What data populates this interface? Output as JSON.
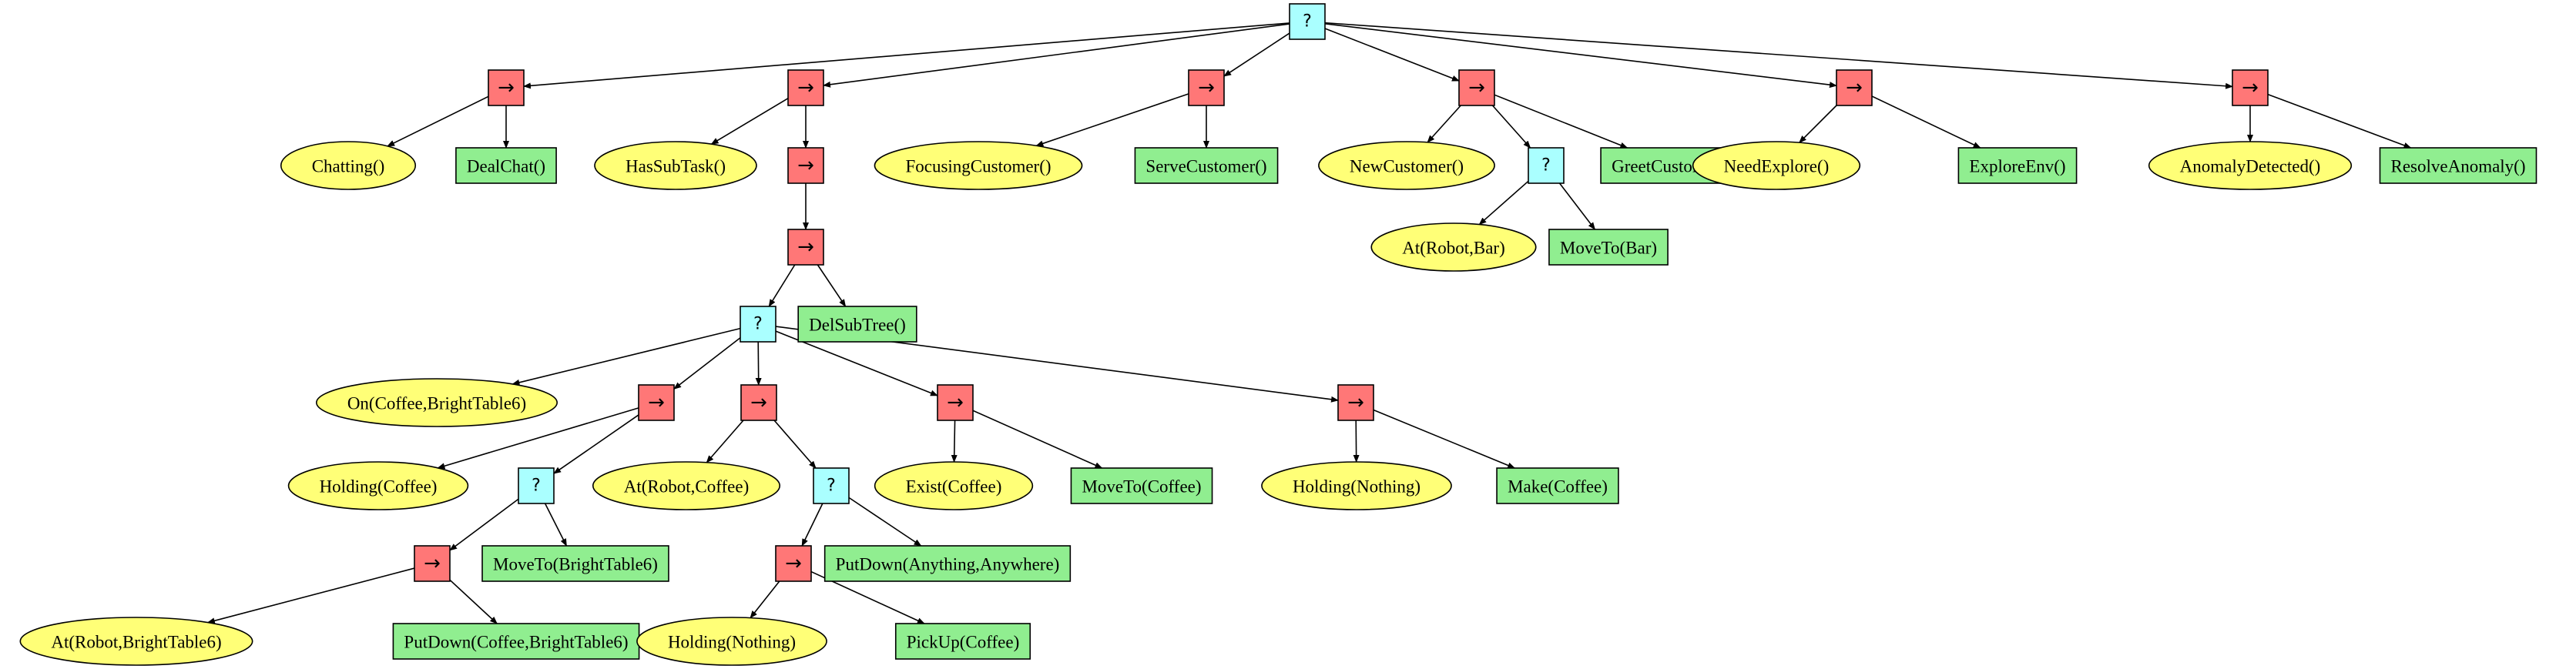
{
  "colors": {
    "selector": "#aaffff",
    "sequence": "#ff7777",
    "condition": "#ffff77",
    "action": "#90ee90",
    "stroke": "#000000",
    "background": "#ffffff"
  },
  "symbols": {
    "selector": "?",
    "sequence": "→"
  },
  "nodes": [
    {
      "id": "root",
      "type": "selector"
    },
    {
      "id": "seq_chat",
      "type": "sequence"
    },
    {
      "id": "seq_subtask",
      "type": "sequence"
    },
    {
      "id": "seq_serve",
      "type": "sequence"
    },
    {
      "id": "seq_greet",
      "type": "sequence"
    },
    {
      "id": "seq_explore",
      "type": "sequence"
    },
    {
      "id": "seq_anomaly",
      "type": "sequence"
    },
    {
      "id": "c_chatting",
      "type": "condition",
      "label": "Chatting()"
    },
    {
      "id": "a_dealchat",
      "type": "action",
      "label": "DealChat()"
    },
    {
      "id": "c_hassubtask",
      "type": "condition",
      "label": "HasSubTask()"
    },
    {
      "id": "seq_sub1",
      "type": "sequence"
    },
    {
      "id": "c_focusing",
      "type": "condition",
      "label": "FocusingCustomer()"
    },
    {
      "id": "a_serve",
      "type": "action",
      "label": "ServeCustomer()"
    },
    {
      "id": "c_newcustomer",
      "type": "condition",
      "label": "NewCustomer()"
    },
    {
      "id": "sel_greet",
      "type": "selector"
    },
    {
      "id": "a_greet",
      "type": "action",
      "label": "GreetCustomer()"
    },
    {
      "id": "c_needexplore",
      "type": "condition",
      "label": "NeedExplore()"
    },
    {
      "id": "a_explore",
      "type": "action",
      "label": "ExploreEnv()"
    },
    {
      "id": "c_anomaly",
      "type": "condition",
      "label": "AnomalyDetected()"
    },
    {
      "id": "a_resolve",
      "type": "action",
      "label": "ResolveAnomaly()"
    },
    {
      "id": "c_atbar",
      "type": "condition",
      "label": "At(Robot,Bar)"
    },
    {
      "id": "a_movebar",
      "type": "action",
      "label": "MoveTo(Bar)"
    },
    {
      "id": "seq_sub2",
      "type": "sequence"
    },
    {
      "id": "sel_main",
      "type": "selector"
    },
    {
      "id": "a_delsubtree",
      "type": "action",
      "label": "DelSubTree()"
    },
    {
      "id": "c_oncoffee",
      "type": "condition",
      "label": "On(Coffee,BrightTable6)"
    },
    {
      "id": "seq_place",
      "type": "sequence"
    },
    {
      "id": "seq_fetch",
      "type": "sequence"
    },
    {
      "id": "seq_goto",
      "type": "sequence"
    },
    {
      "id": "seq_make",
      "type": "sequence"
    },
    {
      "id": "c_holdcoffee",
      "type": "condition",
      "label": "Holding(Coffee)"
    },
    {
      "id": "sel_table",
      "type": "selector"
    },
    {
      "id": "c_atcoffee",
      "type": "condition",
      "label": "At(Robot,Coffee)"
    },
    {
      "id": "sel_pick",
      "type": "selector"
    },
    {
      "id": "c_exist",
      "type": "condition",
      "label": "Exist(Coffee)"
    },
    {
      "id": "a_movecoffee",
      "type": "action",
      "label": "MoveTo(Coffee)"
    },
    {
      "id": "c_holdnothing",
      "type": "condition",
      "label": "Holding(Nothing)"
    },
    {
      "id": "a_make",
      "type": "action",
      "label": "Make(Coffee)"
    },
    {
      "id": "seq_put",
      "type": "sequence"
    },
    {
      "id": "a_movetable",
      "type": "action",
      "label": "MoveTo(BrightTable6)"
    },
    {
      "id": "a_putdownany",
      "type": "action",
      "label": "PutDown(Anything,Anywhere)"
    },
    {
      "id": "seq_pickup",
      "type": "sequence"
    },
    {
      "id": "c_attable",
      "type": "condition",
      "label": "At(Robot,BrightTable6)"
    },
    {
      "id": "a_putdown",
      "type": "action",
      "label": "PutDown(Coffee,BrightTable6)"
    },
    {
      "id": "c_holdnothing2",
      "type": "condition",
      "label": "Holding(Nothing)"
    },
    {
      "id": "a_pickup",
      "type": "action",
      "label": "PickUp(Coffee)"
    }
  ],
  "edges": [
    [
      "root",
      "seq_chat"
    ],
    [
      "root",
      "seq_subtask"
    ],
    [
      "root",
      "seq_serve"
    ],
    [
      "root",
      "seq_greet"
    ],
    [
      "root",
      "seq_explore"
    ],
    [
      "root",
      "seq_anomaly"
    ],
    [
      "seq_chat",
      "c_chatting"
    ],
    [
      "seq_chat",
      "a_dealchat"
    ],
    [
      "seq_subtask",
      "c_hassubtask"
    ],
    [
      "seq_subtask",
      "seq_sub1"
    ],
    [
      "seq_serve",
      "c_focusing"
    ],
    [
      "seq_serve",
      "a_serve"
    ],
    [
      "seq_greet",
      "c_newcustomer"
    ],
    [
      "seq_greet",
      "sel_greet"
    ],
    [
      "seq_greet",
      "a_greet"
    ],
    [
      "seq_explore",
      "c_needexplore"
    ],
    [
      "seq_explore",
      "a_explore"
    ],
    [
      "seq_anomaly",
      "c_anomaly"
    ],
    [
      "seq_anomaly",
      "a_resolve"
    ],
    [
      "sel_greet",
      "c_atbar"
    ],
    [
      "sel_greet",
      "a_movebar"
    ],
    [
      "seq_sub1",
      "seq_sub2"
    ],
    [
      "seq_sub2",
      "sel_main"
    ],
    [
      "seq_sub2",
      "a_delsubtree"
    ],
    [
      "sel_main",
      "c_oncoffee"
    ],
    [
      "sel_main",
      "seq_place"
    ],
    [
      "sel_main",
      "seq_fetch"
    ],
    [
      "sel_main",
      "seq_goto"
    ],
    [
      "sel_main",
      "seq_make"
    ],
    [
      "seq_place",
      "c_holdcoffee"
    ],
    [
      "seq_place",
      "sel_table"
    ],
    [
      "seq_fetch",
      "c_atcoffee"
    ],
    [
      "seq_fetch",
      "sel_pick"
    ],
    [
      "seq_goto",
      "c_exist"
    ],
    [
      "seq_goto",
      "a_movecoffee"
    ],
    [
      "seq_make",
      "c_holdnothing"
    ],
    [
      "seq_make",
      "a_make"
    ],
    [
      "sel_table",
      "seq_put"
    ],
    [
      "sel_table",
      "a_movetable"
    ],
    [
      "sel_pick",
      "seq_pickup"
    ],
    [
      "sel_pick",
      "a_putdownany"
    ],
    [
      "seq_put",
      "c_attable"
    ],
    [
      "seq_put",
      "a_putdown"
    ],
    [
      "seq_pickup",
      "c_holdnothing2"
    ],
    [
      "seq_pickup",
      "a_pickup"
    ]
  ]
}
